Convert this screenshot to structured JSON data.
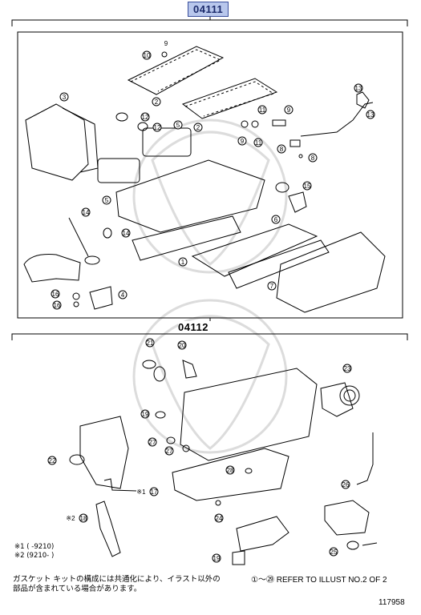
{
  "kits": {
    "top": {
      "code": "04111"
    },
    "bottom": {
      "code": "04112"
    }
  },
  "callouts_top": [
    "9",
    "10",
    "2",
    "3",
    "12",
    "12",
    "5",
    "2",
    "11",
    "9",
    "13",
    "13",
    "9",
    "11",
    "8",
    "8",
    "15",
    "5",
    "14",
    "14",
    "6",
    "1",
    "7",
    "16",
    "16",
    "4"
  ],
  "callouts_bottom": [
    "21",
    "20",
    "23",
    "19",
    "27",
    "27",
    "22",
    "17",
    "26",
    "28",
    "24",
    "18",
    "25"
  ],
  "footnotes": {
    "note1": "※1 (      -9210)",
    "note2": "※2 (9210-       )",
    "marker1": "※1",
    "marker2": "※2"
  },
  "notes": {
    "jp_line1": "ガスケット キットの構成には共通化により、イラスト以外の",
    "jp_line2": "部品が含まれている場合があります。",
    "refer": "①～㉙ REFER TO ILLUST NO.2 OF 2",
    "drawing_number": "117958"
  }
}
